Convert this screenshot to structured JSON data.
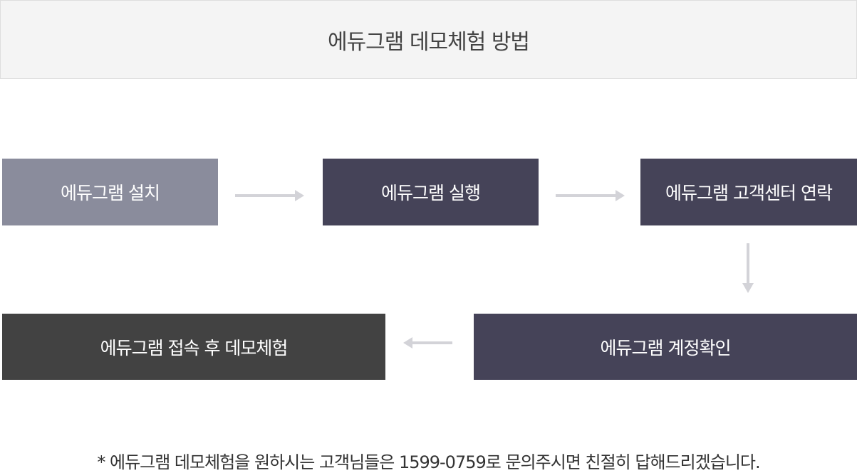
{
  "header": {
    "title": "에듀그램 데모체험 방법"
  },
  "steps": [
    {
      "label": "에듀그램 설치",
      "color": "#8a8c9c"
    },
    {
      "label": "에듀그램 실행",
      "color": "#454358"
    },
    {
      "label": "에듀그램 고객센터 연락",
      "color": "#454358"
    },
    {
      "label": "에듀그램 계정확인",
      "color": "#454358"
    },
    {
      "label": "에듀그램 접속 후 데모체험",
      "color": "#424242"
    }
  ],
  "arrow_color": "#d3d3d8",
  "footnote": "* 에듀그램 데모체험을 원하시는 고객님들은 1599-0759로 문의주시면 친절히 답해드리겠습니다."
}
